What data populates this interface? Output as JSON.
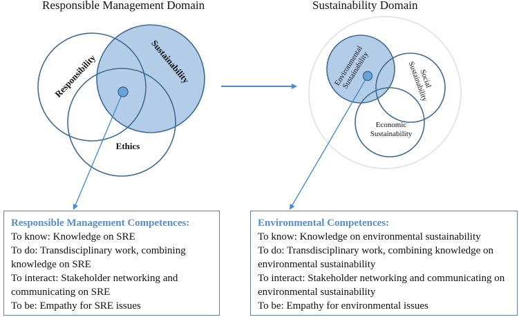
{
  "left_domain": {
    "title": "Responsible Management Domain",
    "circles": [
      {
        "label": "Responsibility",
        "highlighted": false
      },
      {
        "label": "Sustainability",
        "highlighted": true
      },
      {
        "label": "Ethics",
        "highlighted": false
      }
    ]
  },
  "right_domain": {
    "title": "Sustainability Domain",
    "circles": [
      {
        "label_line1": "Environmental",
        "label_line2": "Sustainability",
        "highlighted": true
      },
      {
        "label_line1": "Social",
        "label_line2": "Sustainability",
        "highlighted": false
      },
      {
        "label_line1": "Economic",
        "label_line2": "Sustainability",
        "highlighted": false
      }
    ]
  },
  "colors": {
    "circle_stroke": "#3f6a94",
    "highlight_fill": "#b3cde9",
    "dot_fill": "#6aa3dc",
    "arrow": "#4a8ad0",
    "heading": "#5b8cc8",
    "outer_ring": "#e4e6e8"
  },
  "left_box": {
    "heading": "Responsible Management Competences:",
    "lines": [
      "To know: Knowledge on SRE",
      "To do: Transdisciplinary work, combining knowledge on SRE",
      "To interact: Stakeholder networking and communicating on SRE",
      "To be: Empathy for SRE issues"
    ]
  },
  "right_box": {
    "heading": "Environmental Competences:",
    "lines": [
      "To know: Knowledge on environmental sustainability",
      "To do: Transdisciplinary work, combining knowledge on environmental sustainability",
      "To interact: Stakeholder networking and communicating on environmental sustainability",
      "To be: Empathy for environmental issues"
    ]
  }
}
